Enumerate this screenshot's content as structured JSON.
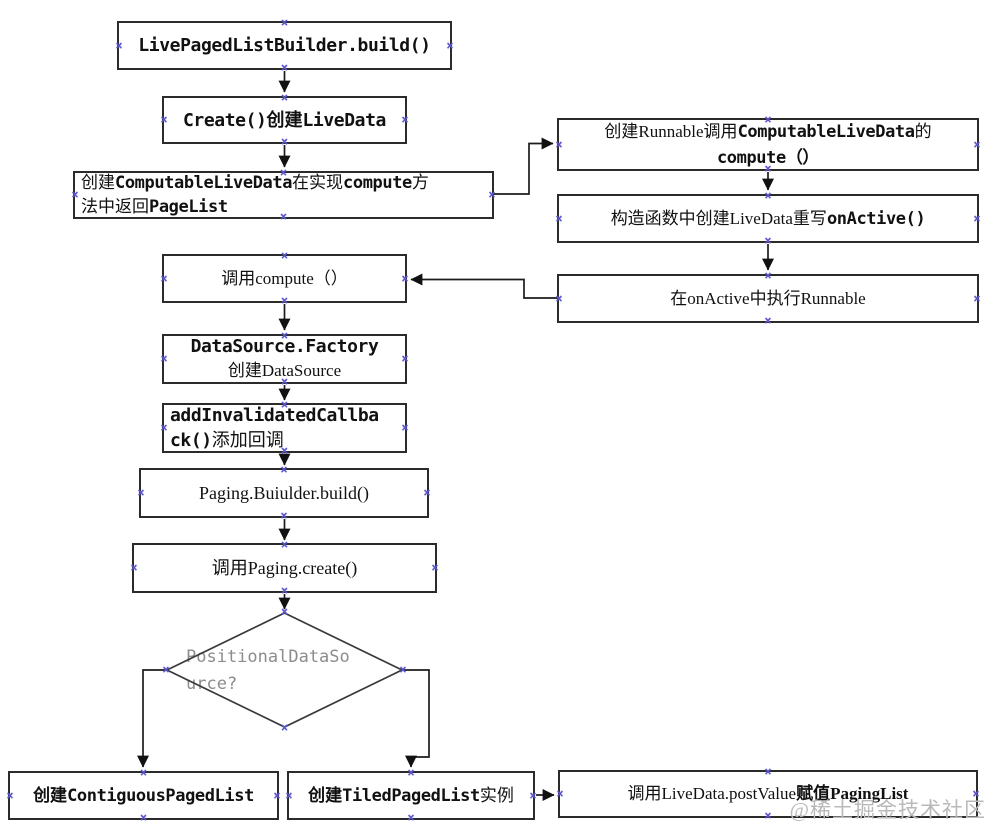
{
  "page": {
    "watermark": "@稀土掘金技术社区"
  },
  "colors": {
    "handle": "#5a55cc",
    "line": "#1c1c1c",
    "border": "#2b2b2b",
    "muted_text": "#8c8c8c"
  },
  "editor": {
    "handle_glyph": "×"
  },
  "nodes": {
    "box1": {
      "t1": "LivePagedListBuilder.build()"
    },
    "box2": {
      "t1": "Create()",
      "t2": "创建",
      "t3": "LiveData"
    },
    "box3": {
      "t1": "创建",
      "t2": "ComputableLiveData",
      "t3": "在实现",
      "t4": "compute",
      "t5": "方",
      "t6": "法中返回",
      "t7": "PageList"
    },
    "box4": {
      "t1": "创建Runnable调用",
      "t2": "ComputableLiveData",
      "t3": "的",
      "t4": "compute（）"
    },
    "box5": {
      "t1": "构造函数中创建LiveData重写",
      "t2": "onActive()"
    },
    "box6": {
      "t1": "在onActive中执行Runnable"
    },
    "box7": {
      "t1": "调用compute（）"
    },
    "box8": {
      "t1": "DataSource.Factory",
      "t2": "创建DataSource"
    },
    "box9": {
      "t1": "addInvalidatedCallba",
      "t2": "ck()",
      "t3": "添加回调"
    },
    "box10": {
      "t1": "Paging.Buiulder.build()"
    },
    "box11": {
      "t1": "调用Paging.create()"
    },
    "diamond": {
      "t1": "PositionalDataSo",
      "t2": "urce?"
    },
    "box12": {
      "t1": "创建",
      "t2": "ContiguousPagedList"
    },
    "box13": {
      "t1": "创建",
      "t2": "TiledPagedList",
      "t3": "实例"
    },
    "box14": {
      "t1": "调用LiveData.postValue",
      "t2": "赋值",
      "t3": "PagingList"
    }
  }
}
